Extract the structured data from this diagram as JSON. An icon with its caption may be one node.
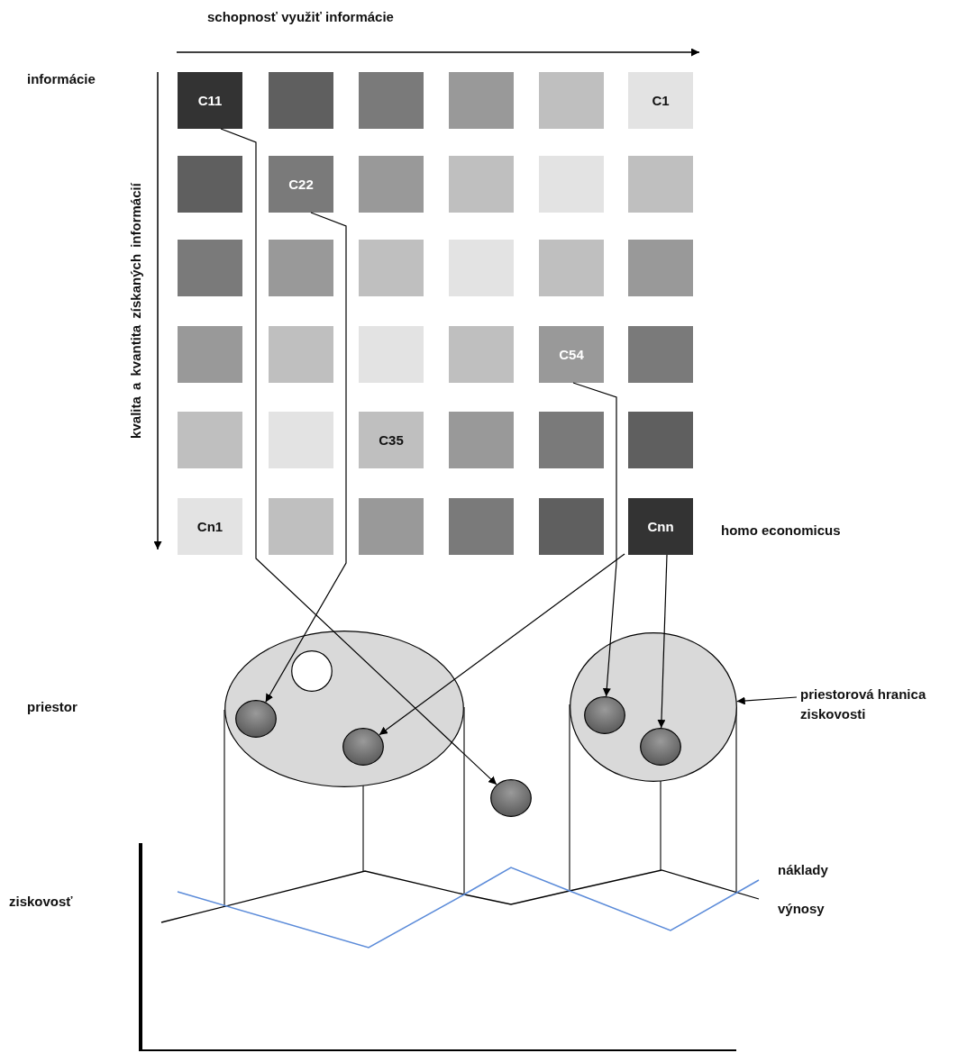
{
  "diagram": {
    "nodes": [
      {
        "text": [
          "C11"
        ]
      },
      {
        "text": [],
        "shape": "box"
      },
      {
        "text": [],
        "shape": "box"
      },
      {
        "text": [],
        "shape": "box"
      },
      {
        "text": [],
        "shape": "box"
      },
      {
        "text": [
          "C1"
        ]
      },
      {
        "text": [],
        "shape": "box"
      },
      {
        "text": [
          "C22"
        ]
      },
      {
        "text": [],
        "shape": "box"
      },
      {
        "text": [],
        "shape": "box"
      },
      {
        "text": [],
        "shape": "box"
      },
      {
        "text": [],
        "shape": "box"
      },
      {
        "text": [],
        "shape": "box"
      },
      {
        "text": [],
        "shape": "box"
      },
      {
        "text": [],
        "shape": "box"
      },
      {
        "text": [],
        "shape": "box"
      },
      {
        "text": [],
        "shape": "box"
      },
      {
        "text": [],
        "shape": "box"
      },
      {
        "text": [],
        "shape": "box"
      },
      {
        "text": [],
        "shape": "box"
      },
      {
        "text": [],
        "shape": "box"
      },
      {
        "text": [],
        "shape": "box"
      },
      {
        "text": [
          "C54"
        ]
      },
      {
        "text": [],
        "shape": "box"
      },
      {
        "text": [],
        "shape": "box"
      },
      {
        "text": [],
        "shape": "box"
      },
      {
        "text": [
          "C35"
        ]
      },
      {
        "text": [],
        "shape": "box"
      },
      {
        "text": [],
        "shape": "box"
      },
      {
        "text": [],
        "shape": "box"
      },
      {
        "text": [
          "Cn1"
        ]
      },
      {
        "text": [],
        "shape": "box"
      },
      {
        "text": [],
        "shape": "box"
      },
      {
        "text": [],
        "shape": "box"
      },
      {
        "text": [],
        "shape": "box"
      },
      {
        "text": [
          "Cnn"
        ]
      },
      {
        "text": [],
        "shape": "ellipse"
      },
      {
        "text": [],
        "shape": "circle",
        "in": 36
      },
      {
        "text": [],
        "shape": "circle",
        "in": 36
      },
      {
        "text": [],
        "shape": "circle",
        "in": 36
      },
      {
        "text": [],
        "shape": "circle"
      },
      {
        "text": [],
        "shape": "ellipse"
      },
      {
        "text": [],
        "shape": "circle",
        "in": 41
      },
      {
        "text": [],
        "shape": "circle",
        "in": 41
      },
      {
        "text": [
          "priestorová hranica ziskovosti"
        ]
      }
    ],
    "edges": [
      {
        "from": 0,
        "to": 40,
        "arrow": "to"
      },
      {
        "from": 7,
        "to": 38,
        "arrow": "to"
      },
      {
        "from": 22,
        "to": 42,
        "arrow": "to"
      },
      {
        "from": 35,
        "to": 39,
        "arrow": "to"
      },
      {
        "from": 35,
        "to": 43,
        "arrow": "to"
      },
      {
        "from": 44,
        "to": 41,
        "arrow": "to"
      }
    ],
    "labels": [
      "schopnosť využiť informácie",
      "informácie",
      "kvalita a kvantita získaných informácií",
      "homo economicus",
      "priestor",
      "náklady",
      "ziskovosť",
      "výnosy"
    ]
  }
}
